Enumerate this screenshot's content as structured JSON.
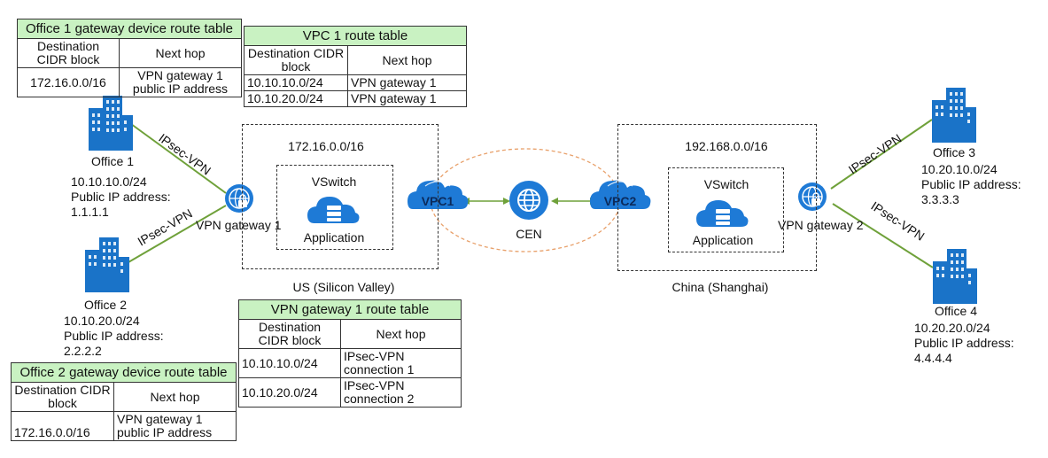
{
  "tables": {
    "office1": {
      "title": "Office 1 gateway device route table",
      "col1": "Destination CIDR block",
      "col2": "Next hop",
      "rows": [
        {
          "dest": "172.16.0.0/16",
          "hop": "VPN gateway 1 public IP address"
        }
      ]
    },
    "vpc1": {
      "title": "VPC 1 route table",
      "col1": "Destination CIDR block",
      "col2": "Next hop",
      "rows": [
        {
          "dest": "10.10.10.0/24",
          "hop": "VPN gateway 1"
        },
        {
          "dest": "10.10.20.0/24",
          "hop": "VPN gateway 1"
        }
      ]
    },
    "vpngw1": {
      "title": "VPN gateway 1 route table",
      "col1": "Destination CIDR block",
      "col2": "Next hop",
      "rows": [
        {
          "dest": "10.10.10.0/24",
          "hop": "IPsec-VPN connection 1"
        },
        {
          "dest": "10.10.20.0/24",
          "hop": "IPsec-VPN connection 2"
        }
      ]
    },
    "office2": {
      "title": "Office 2 gateway device route table",
      "col1": "Destination CIDR block",
      "col2": "Next hop",
      "rows": [
        {
          "dest": "172.16.0.0/16",
          "hop": "VPN gateway 1 public IP address"
        }
      ]
    }
  },
  "offices": {
    "office1": {
      "name": "Office 1",
      "cidr": "10.10.10.0/24",
      "ip_label": "Public IP address:",
      "ip": "1.1.1.1"
    },
    "office2": {
      "name": "Office 2",
      "cidr": "10.10.20.0/24",
      "ip_label": "Public IP address:",
      "ip": "2.2.2.2"
    },
    "office3": {
      "name": "Office 3",
      "cidr": "10.20.10.0/24",
      "ip_label": "Public IP address:",
      "ip": "3.3.3.3"
    },
    "office4": {
      "name": "Office 4",
      "cidr": "10.20.20.0/24",
      "ip_label": "Public IP address:",
      "ip": "4.4.4.4"
    }
  },
  "links": {
    "ipsec1": "IPsec-VPN",
    "ipsec2": "IPsec-VPN",
    "ipsec3": "IPsec-VPN",
    "ipsec4": "IPsec-VPN"
  },
  "regions": {
    "us": {
      "cidr": "172.16.0.0/16",
      "name": "US (Silicon Valley)",
      "vswitch": "VSwitch",
      "app": "Application",
      "gateway": "VPN gateway 1",
      "vpc": "VPC1"
    },
    "cn": {
      "cidr": "192.168.0.0/16",
      "name": "China (Shanghai)",
      "vswitch": "VSwitch",
      "app": "Application",
      "gateway": "VPN gateway 2",
      "vpc": "VPC2"
    }
  },
  "cen": {
    "label": "CEN"
  },
  "colors": {
    "green_line": "#6fa13a",
    "table_title_bg": "#c9f2c2",
    "building_blue": "#1a73c8",
    "cloud_blue": "#1e7ad6",
    "cen_ring": "#e8a06a"
  }
}
